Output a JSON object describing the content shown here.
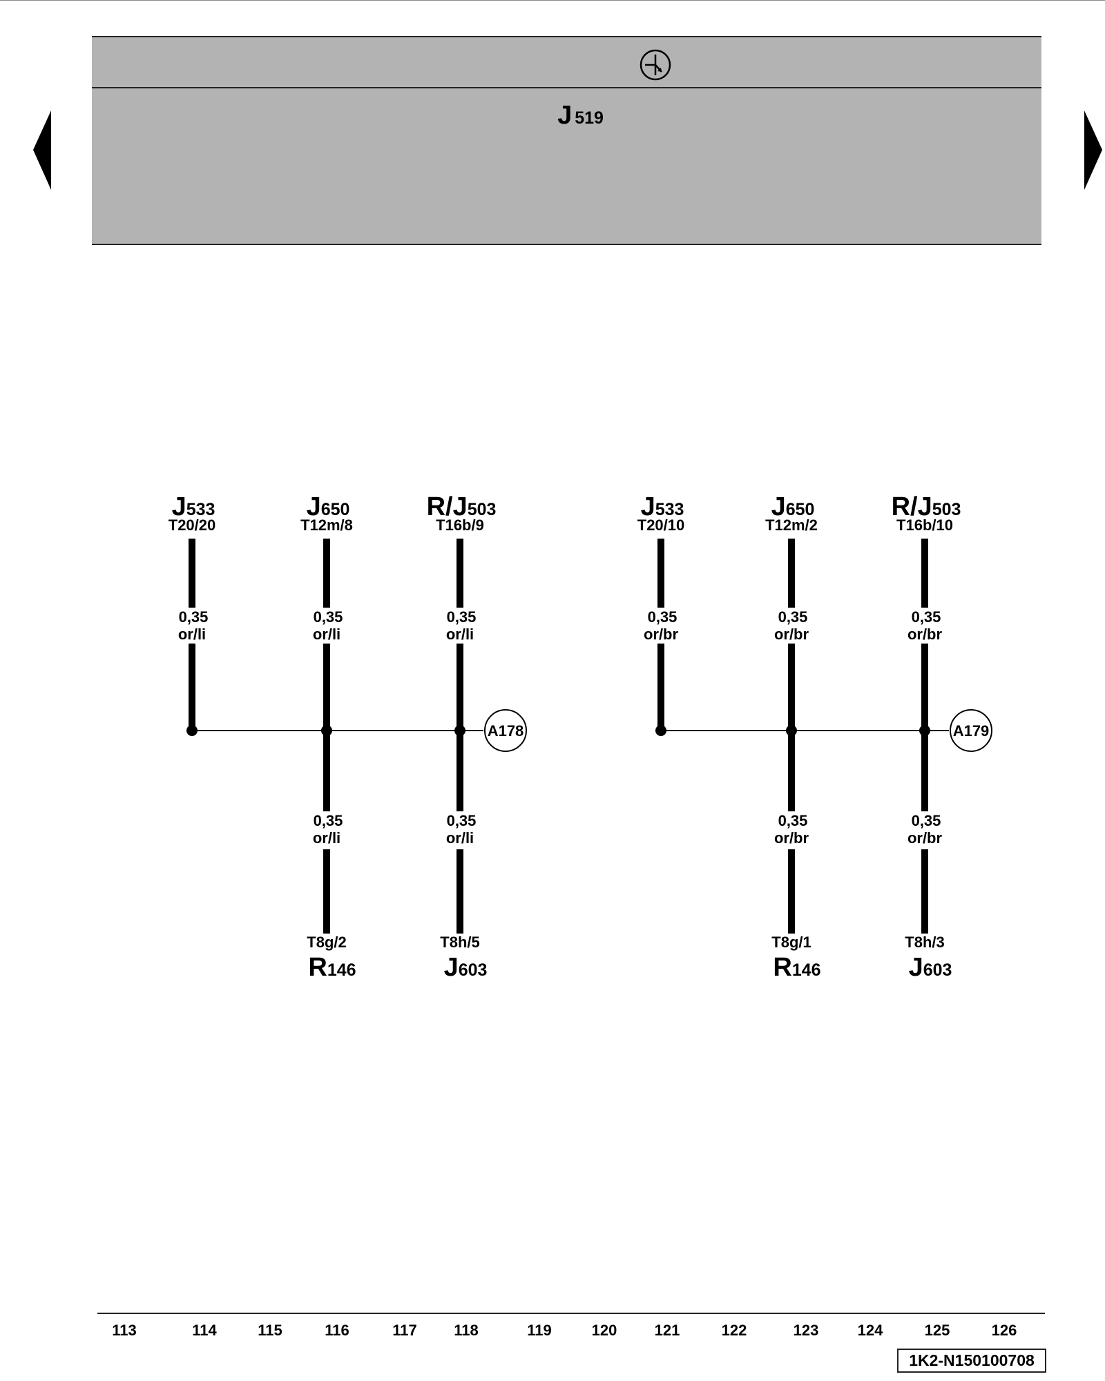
{
  "header": {
    "icon": "ground-symbol-icon",
    "title_main": "J",
    "title_sub": "519",
    "background": "#b3b3b3"
  },
  "nav": {
    "prev_icon": "triangle-left-icon",
    "next_icon": "triangle-right-icon"
  },
  "groups": [
    {
      "connector_label": "A178",
      "top": [
        {
          "comp_main": "J",
          "comp_sub": "533",
          "pin": "T20/20",
          "size": "0,35",
          "color": "or/li"
        },
        {
          "comp_main": "J",
          "comp_sub": "650",
          "pin": "T12m/8",
          "size": "0,35",
          "color": "or/li"
        },
        {
          "comp_main": "R/J",
          "comp_sub": "503",
          "pin": "T16b/9",
          "size": "0,35",
          "color": "or/li"
        }
      ],
      "bottom": [
        {
          "comp_main": "R",
          "comp_sub": "146",
          "pin": "T8g/2",
          "size": "0,35",
          "color": "or/li"
        },
        {
          "comp_main": "J",
          "comp_sub": "603",
          "pin": "T8h/5",
          "size": "0,35",
          "color": "or/li"
        }
      ]
    },
    {
      "connector_label": "A179",
      "top": [
        {
          "comp_main": "J",
          "comp_sub": "533",
          "pin": "T20/10",
          "size": "0,35",
          "color": "or/br"
        },
        {
          "comp_main": "J",
          "comp_sub": "650",
          "pin": "T12m/2",
          "size": "0,35",
          "color": "or/br"
        },
        {
          "comp_main": "R/J",
          "comp_sub": "503",
          "pin": "T16b/10",
          "size": "0,35",
          "color": "or/br"
        }
      ],
      "bottom": [
        {
          "comp_main": "R",
          "comp_sub": "146",
          "pin": "T8g/1",
          "size": "0,35",
          "color": "or/br"
        },
        {
          "comp_main": "J",
          "comp_sub": "603",
          "pin": "T8h/3",
          "size": "0,35",
          "color": "or/br"
        }
      ]
    }
  ],
  "footer": {
    "page_numbers": [
      "113",
      "114",
      "115",
      "116",
      "117",
      "118",
      "119",
      "120",
      "121",
      "122",
      "123",
      "124",
      "125",
      "126"
    ],
    "doc_code": "1K2-N150100708"
  }
}
